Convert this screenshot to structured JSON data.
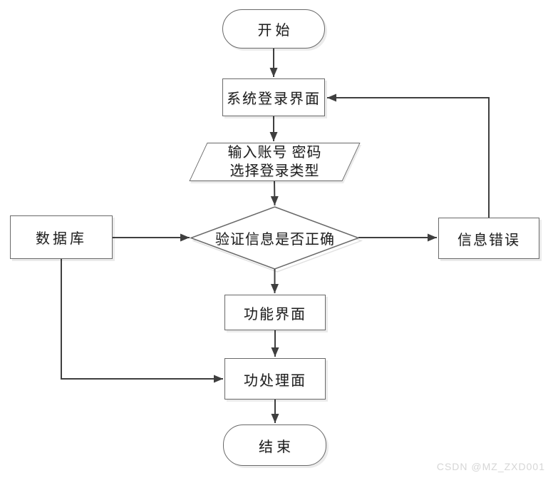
{
  "diagram": {
    "type": "flowchart",
    "nodes": {
      "start": {
        "label": "开始",
        "shape": "terminator"
      },
      "login": {
        "label": "系统登录界面",
        "shape": "process"
      },
      "input": {
        "line1": "输入账号 密码",
        "line2": "选择登录类型",
        "shape": "data-parallelogram"
      },
      "verify": {
        "label": "验证信息是否正确",
        "shape": "decision"
      },
      "database": {
        "label": "数据库",
        "shape": "process"
      },
      "error": {
        "label": "信息错误",
        "shape": "process"
      },
      "function": {
        "label": "功能界面",
        "shape": "process"
      },
      "process": {
        "label": "功处理面",
        "shape": "process"
      },
      "end": {
        "label": "结束",
        "shape": "terminator"
      }
    },
    "edges": [
      {
        "from": "start",
        "to": "login"
      },
      {
        "from": "login",
        "to": "input"
      },
      {
        "from": "input",
        "to": "verify"
      },
      {
        "from": "verify",
        "to": "function"
      },
      {
        "from": "function",
        "to": "process"
      },
      {
        "from": "process",
        "to": "end"
      },
      {
        "from": "database",
        "to": "verify"
      },
      {
        "from": "verify",
        "to": "error"
      },
      {
        "from": "error",
        "to": "login"
      },
      {
        "from": "database",
        "to": "process"
      }
    ],
    "colors": {
      "connector": "#3f3f3f",
      "shape_border": "#696969",
      "shape_fill": "#ffffff",
      "text": "#1c1c1c",
      "watermark": "#d6d6d6",
      "background": "#ffffff"
    }
  },
  "watermark": "CSDN @MZ_ZXD001"
}
